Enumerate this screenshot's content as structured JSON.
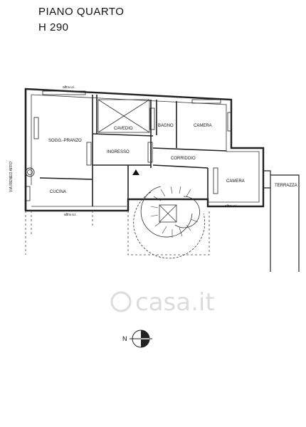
{
  "header": {
    "floor": "PIANO QUARTO",
    "height": "H 290"
  },
  "rooms": {
    "sogg_pranzo": "SOGG.-PRANZO",
    "cavedio": "CAVEDIO",
    "bagno": "BAGNO",
    "camera_top": "CAMERA",
    "ingresso": "INGRESSO",
    "corridoio": "CORRIDOIO",
    "camera_right": "CAMERA",
    "terrazza": "TERRAZZA",
    "cucina": "CUCINA"
  },
  "annotations": {
    "altra_top": "altra u.i.",
    "altra_bottom_left": "altra u.i.",
    "altra_bottom_right": "altra u.i.",
    "street": "VIA IRENEO AFFO'"
  },
  "compass": {
    "north": "N"
  },
  "watermark": {
    "text": "casa.it"
  }
}
